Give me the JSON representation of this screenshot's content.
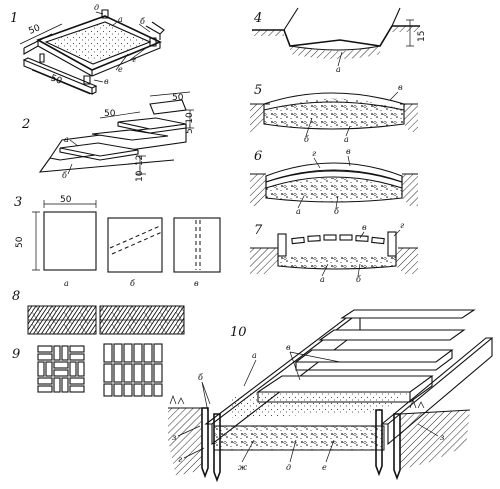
{
  "panels": [
    {
      "number": "1",
      "dims": [
        "50",
        "50"
      ],
      "letters": [
        "д",
        "а",
        "б",
        "г",
        "е",
        "в"
      ]
    },
    {
      "number": "2",
      "dims": [
        "50",
        "50",
        "5–10",
        "10–12"
      ],
      "letters": [
        "а",
        "б"
      ]
    },
    {
      "number": "3",
      "dims": [
        "50",
        "50"
      ],
      "letters": [
        "а",
        "б",
        "в"
      ]
    },
    {
      "number": "4",
      "dims": [
        "15"
      ],
      "letters": [
        "а"
      ]
    },
    {
      "number": "5",
      "letters": [
        "в",
        "б",
        "а"
      ]
    },
    {
      "number": "6",
      "letters": [
        "г",
        "в",
        "а",
        "б"
      ]
    },
    {
      "number": "7",
      "letters": [
        "в",
        "г",
        "а",
        "б"
      ]
    },
    {
      "number": "8"
    },
    {
      "number": "9"
    },
    {
      "number": "10",
      "letters": [
        "а",
        "в",
        "б",
        "з",
        "г",
        "ж",
        "д",
        "е",
        "з"
      ]
    }
  ]
}
